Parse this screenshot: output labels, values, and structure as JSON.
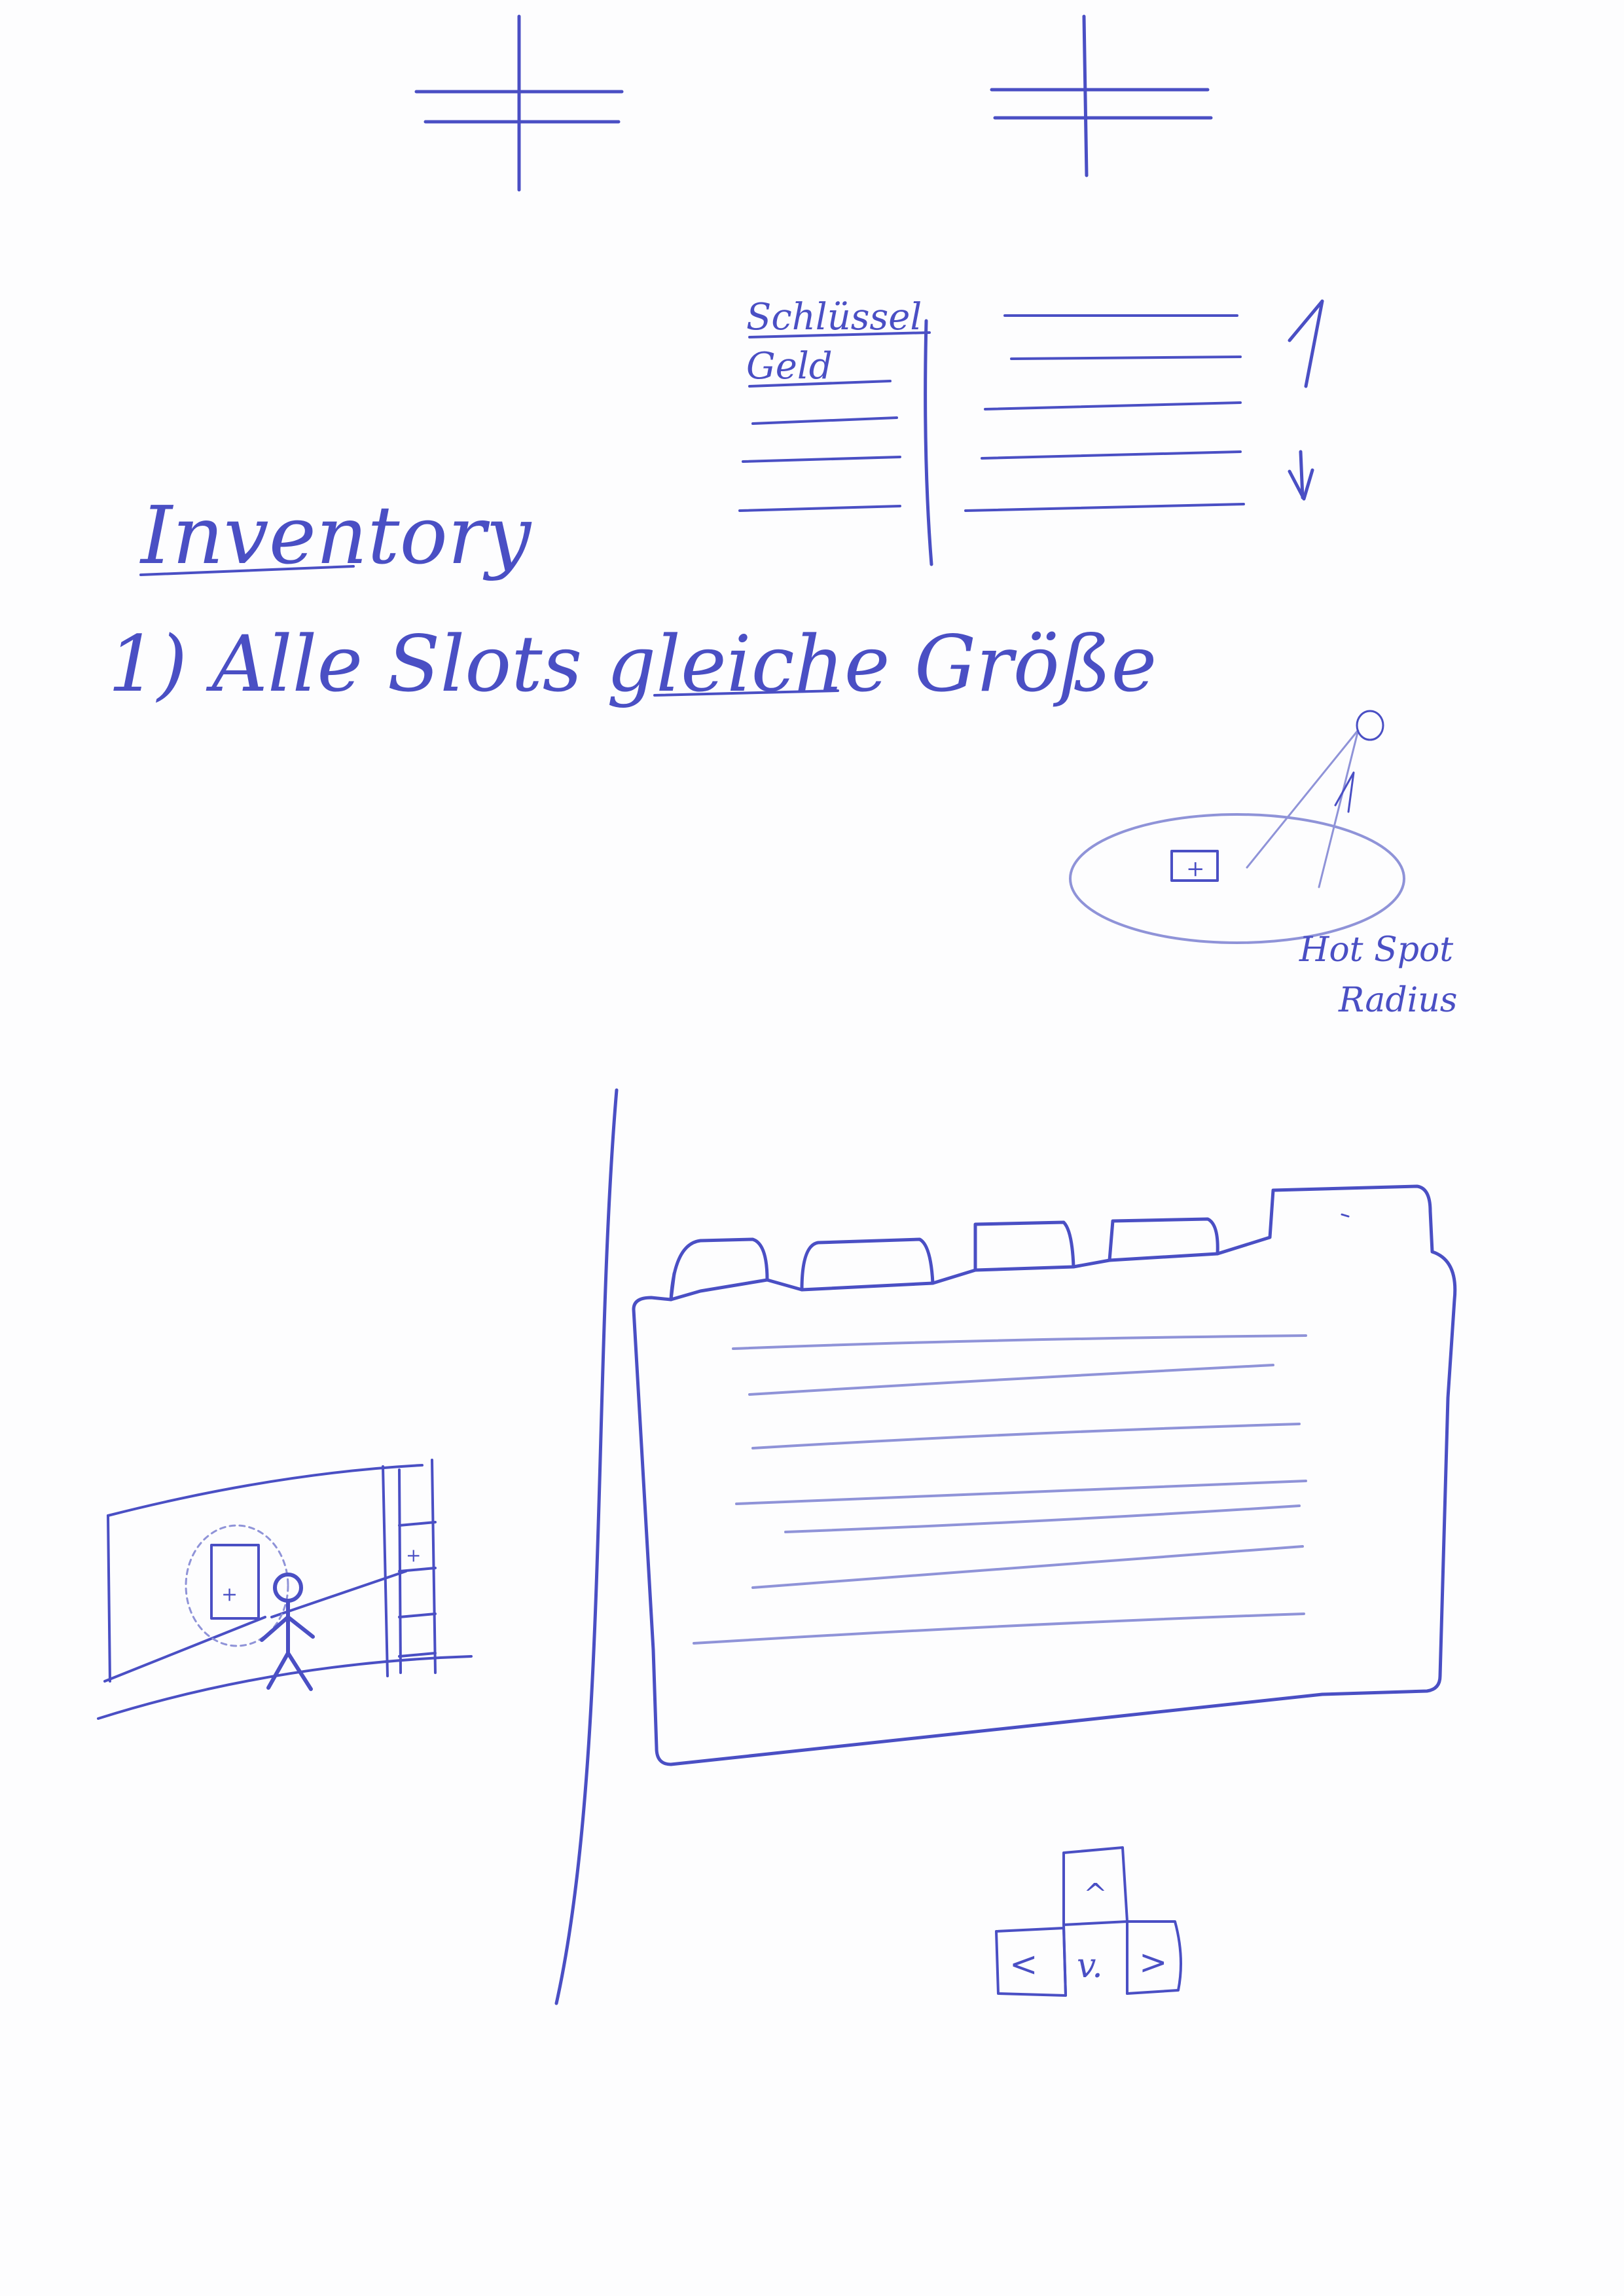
{
  "heading": "Inventory",
  "note": "1) Alle Slots gleiche Größe",
  "item_list": {
    "entries": [
      "Schlüssel",
      "Geld"
    ],
    "scroll_up": "↑",
    "scroll_down": "↓"
  },
  "hotspot": {
    "marker": "+",
    "label_line1": "Hot Spot",
    "label_line2": "Radius"
  },
  "scene": {
    "door_marker": "+",
    "ladder_marker": "+"
  },
  "arrow_keys": {
    "up": "^",
    "left": "<",
    "down": "v.",
    "right": ">"
  },
  "colors": {
    "ink": "#4a4fc4",
    "paper": "#fdfdfe"
  }
}
